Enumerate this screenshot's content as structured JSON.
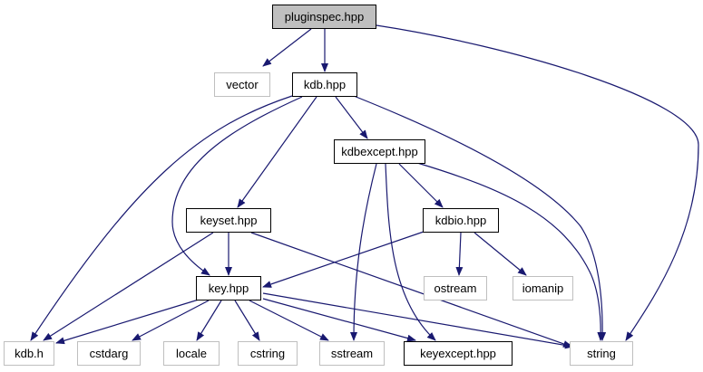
{
  "colors": {
    "edge": "#191970",
    "root_fill": "#bfbfbf",
    "external_border": "#bfbfbf",
    "document_border": "#000000"
  },
  "nodes": {
    "pluginspec": {
      "label": "pluginspec.hpp",
      "kind": "root"
    },
    "vector": {
      "label": "vector",
      "kind": "external"
    },
    "kdb_hpp": {
      "label": "kdb.hpp",
      "kind": "document"
    },
    "kdbexcept": {
      "label": "kdbexcept.hpp",
      "kind": "document"
    },
    "keyset": {
      "label": "keyset.hpp",
      "kind": "document"
    },
    "kdbio": {
      "label": "kdbio.hpp",
      "kind": "document"
    },
    "key": {
      "label": "key.hpp",
      "kind": "document"
    },
    "ostream": {
      "label": "ostream",
      "kind": "external"
    },
    "iomanip": {
      "label": "iomanip",
      "kind": "external"
    },
    "kdb_h": {
      "label": "kdb.h",
      "kind": "external"
    },
    "cstdarg": {
      "label": "cstdarg",
      "kind": "external"
    },
    "locale": {
      "label": "locale",
      "kind": "external"
    },
    "cstring": {
      "label": "cstring",
      "kind": "external"
    },
    "sstream": {
      "label": "sstream",
      "kind": "external"
    },
    "keyexcept": {
      "label": "keyexcept.hpp",
      "kind": "document"
    },
    "string": {
      "label": "string",
      "kind": "external"
    }
  },
  "edges": [
    [
      "pluginspec",
      "vector"
    ],
    [
      "pluginspec",
      "kdb_hpp"
    ],
    [
      "pluginspec",
      "string"
    ],
    [
      "kdb_hpp",
      "kdb_h"
    ],
    [
      "kdb_hpp",
      "key"
    ],
    [
      "kdb_hpp",
      "keyset"
    ],
    [
      "kdb_hpp",
      "kdbexcept"
    ],
    [
      "kdb_hpp",
      "string"
    ],
    [
      "kdbexcept",
      "sstream"
    ],
    [
      "kdbexcept",
      "keyexcept"
    ],
    [
      "kdbexcept",
      "kdbio"
    ],
    [
      "kdbexcept",
      "string"
    ],
    [
      "keyset",
      "key"
    ],
    [
      "keyset",
      "kdb_h"
    ],
    [
      "keyset",
      "string"
    ],
    [
      "kdbio",
      "key"
    ],
    [
      "kdbio",
      "ostream"
    ],
    [
      "kdbio",
      "iomanip"
    ],
    [
      "key",
      "kdb_h"
    ],
    [
      "key",
      "cstdarg"
    ],
    [
      "key",
      "locale"
    ],
    [
      "key",
      "cstring"
    ],
    [
      "key",
      "sstream"
    ],
    [
      "key",
      "keyexcept"
    ],
    [
      "key",
      "string"
    ]
  ]
}
